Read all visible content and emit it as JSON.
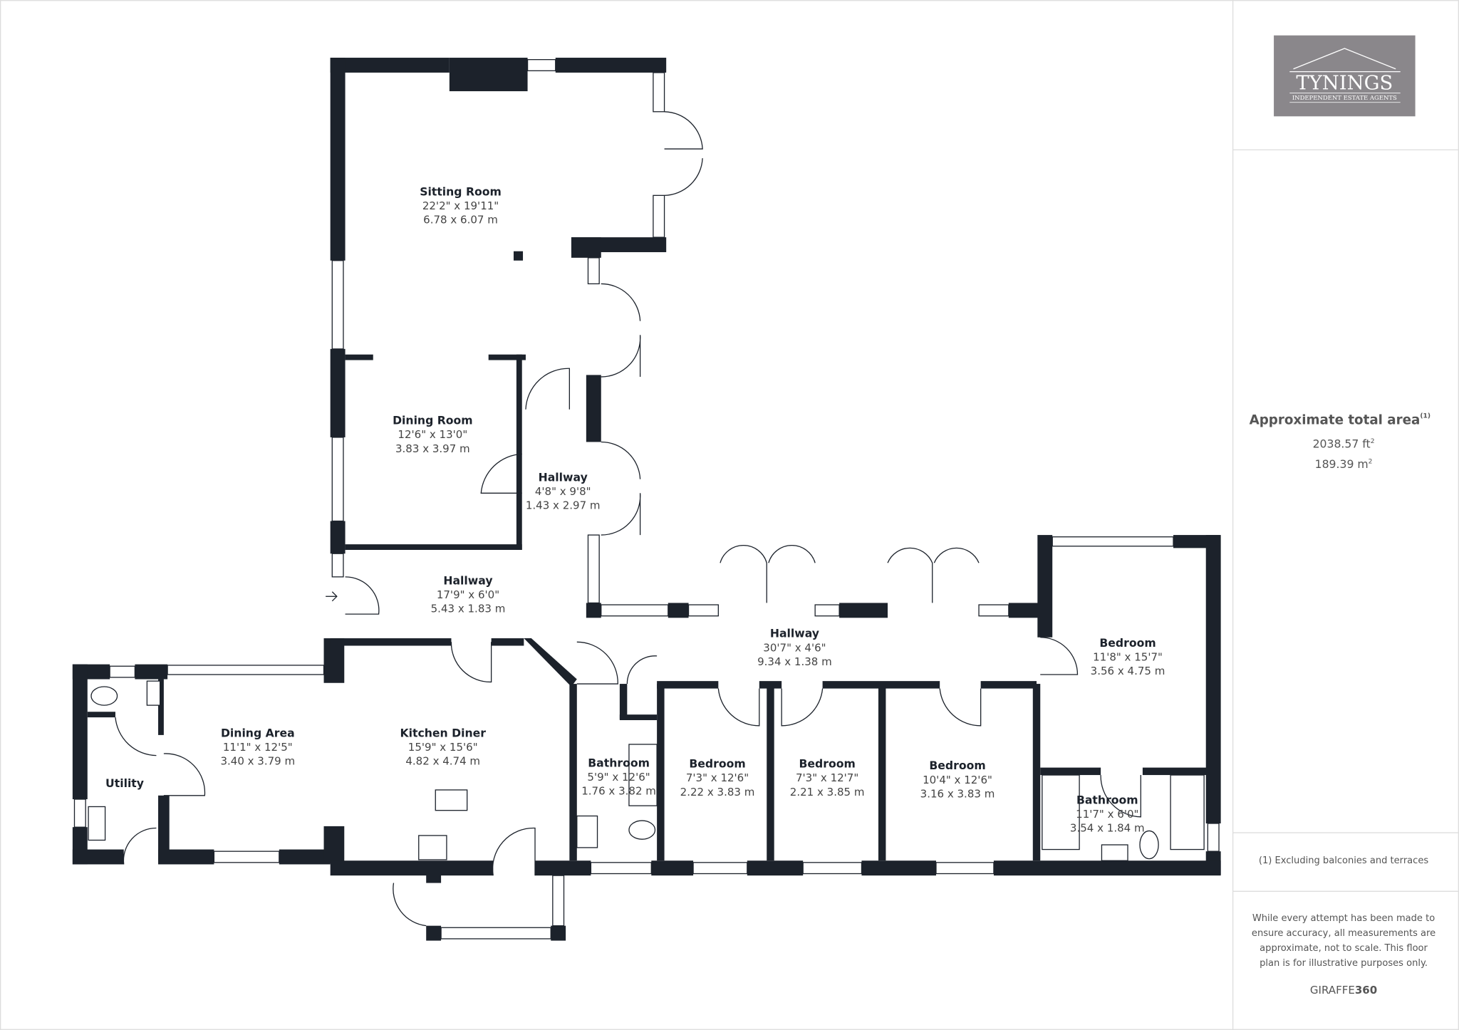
{
  "brand": {
    "logo_name": "TYNINGS",
    "logo_tagline": "INDEPENDENT ESTATE AGENTS",
    "logo_color": "#8a878b"
  },
  "area": {
    "title": "Approximate total area",
    "footnote_marker": "(1)",
    "sqft": "2038.57 ft",
    "sqft_unit_sup": "2",
    "sqm": "189.39 m",
    "sqm_unit_sup": "2"
  },
  "footnote": "(1) Excluding balconies and terraces",
  "disclaimer": [
    "While every attempt has been made to",
    "ensure accuracy, all measurements are",
    "approximate, not to scale. This floor",
    "plan is for illustrative purposes only."
  ],
  "provider": {
    "light": "GIRAFFE",
    "bold": "360"
  },
  "wall_color": "#1c222b",
  "rooms": [
    {
      "name": "Sitting Room",
      "imperial": "22'2\" x 19'11\"",
      "metric": "6.78 x 6.07 m"
    },
    {
      "name": "Dining Room",
      "imperial": "12'6\" x 13'0\"",
      "metric": "3.83 x 3.97 m"
    },
    {
      "name": "Hallway",
      "imperial": "4'8\" x 9'8\"",
      "metric": "1.43 x 2.97 m"
    },
    {
      "name": "Hallway",
      "imperial": "17'9\" x 6'0\"",
      "metric": "5.43 x 1.83 m"
    },
    {
      "name": "Hallway",
      "imperial": "30'7\" x 4'6\"",
      "metric": "9.34 x 1.38 m"
    },
    {
      "name": "Bedroom",
      "imperial": "11'8\" x 15'7\"",
      "metric": "3.56 x 4.75 m"
    },
    {
      "name": "Dining Area",
      "imperial": "11'1\" x 12'5\"",
      "metric": "3.40 x 3.79 m"
    },
    {
      "name": "Kitchen Diner",
      "imperial": "15'9\" x 15'6\"",
      "metric": "4.82 x 4.74 m"
    },
    {
      "name": "Utility"
    },
    {
      "name": "Bathroom",
      "imperial": "5'9\" x 12'6\"",
      "metric": "1.76 x 3.82 m"
    },
    {
      "name": "Bedroom",
      "imperial": "7'3\" x 12'6\"",
      "metric": "2.22 x 3.83 m"
    },
    {
      "name": "Bedroom",
      "imperial": "7'3\" x 12'7\"",
      "metric": "2.21 x 3.85 m"
    },
    {
      "name": "Bedroom",
      "imperial": "10'4\" x 12'6\"",
      "metric": "3.16 x 3.83 m"
    },
    {
      "name": "Bathroom",
      "imperial": "11'7\" x 6'0\"",
      "metric": "3.54 x 1.84 m"
    }
  ]
}
